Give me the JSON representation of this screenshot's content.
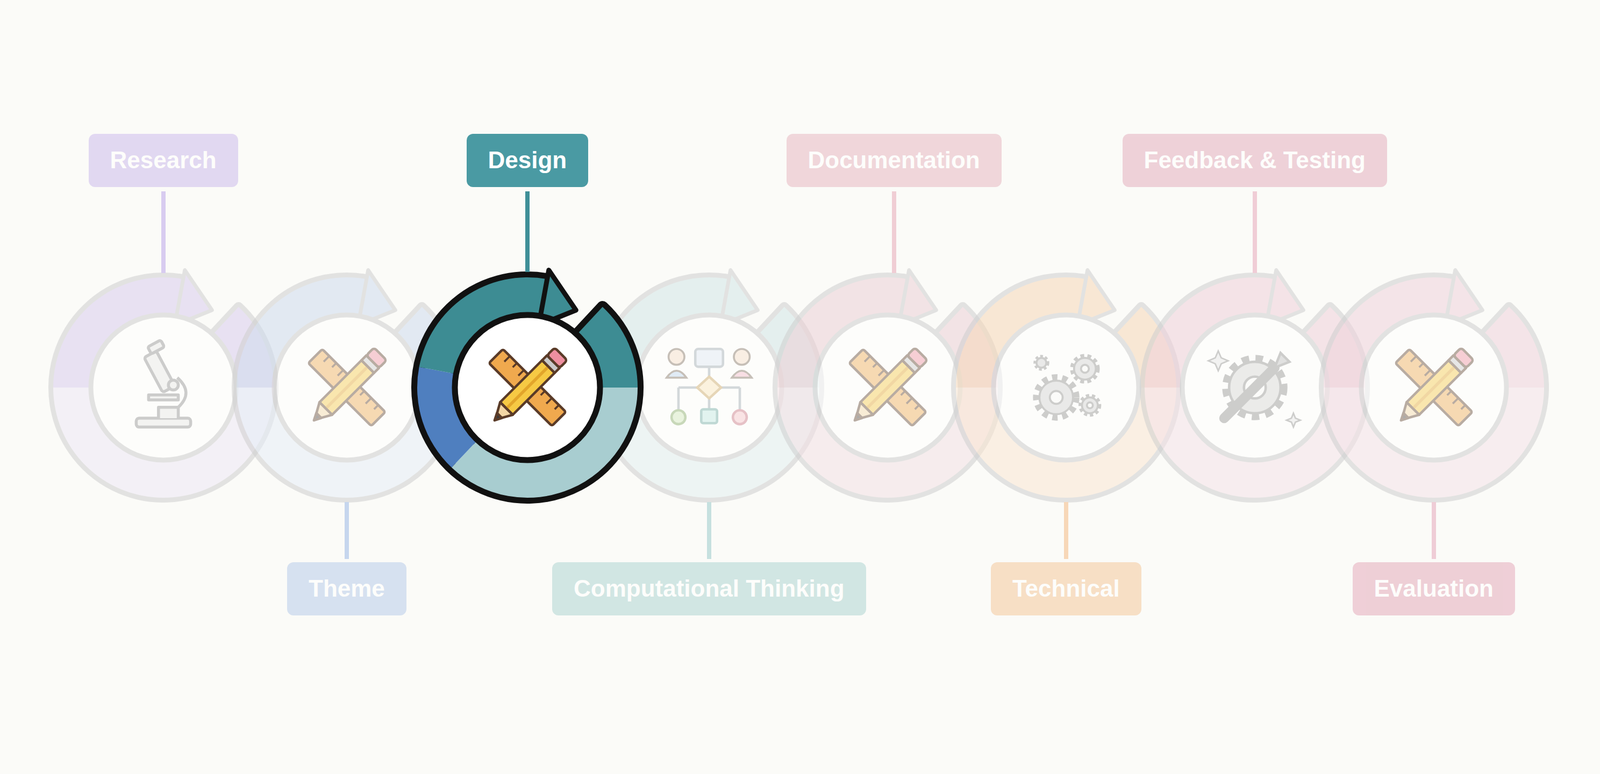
{
  "diagram": {
    "nodes": [
      {
        "text": [
          "Research"
        ]
      },
      {
        "text": [
          "Theme"
        ]
      },
      {
        "text": [
          "Design"
        ]
      },
      {
        "text": [
          "Computational Thinking"
        ]
      },
      {
        "text": [
          "Documentation"
        ]
      },
      {
        "text": [
          "Technical"
        ]
      },
      {
        "text": [
          "Feedback & Testing"
        ]
      },
      {
        "text": [
          "Evaluation"
        ]
      }
    ]
  }
}
